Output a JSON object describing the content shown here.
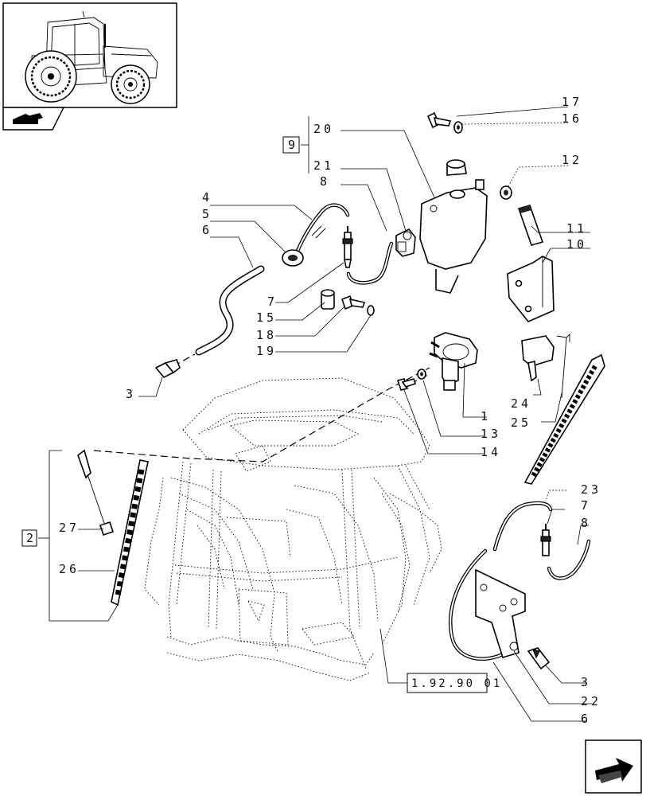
{
  "callouts": {
    "c1": "1",
    "c3a": "3",
    "c3b": "3",
    "c4": "4",
    "c5": "5",
    "c6a": "6",
    "c6b": "6",
    "c7a": "7",
    "c7b": "7",
    "c8a": "8",
    "c8b": "8",
    "c10": "10",
    "c11": "11",
    "c12": "12",
    "c13": "13",
    "c14": "14",
    "c15": "15",
    "c16": "16",
    "c17": "17",
    "c18": "18",
    "c19": "19",
    "c20": "20",
    "c21": "21",
    "c22": "22",
    "c23": "23",
    "c24": "24",
    "c25": "25",
    "c26": "26",
    "c27": "27"
  },
  "groups": {
    "g9": "9",
    "g2": "2"
  },
  "reference": "1.92.90 01",
  "icons": [
    "tractor-thumbnail",
    "section-icon",
    "next-page-arrow-icon"
  ]
}
